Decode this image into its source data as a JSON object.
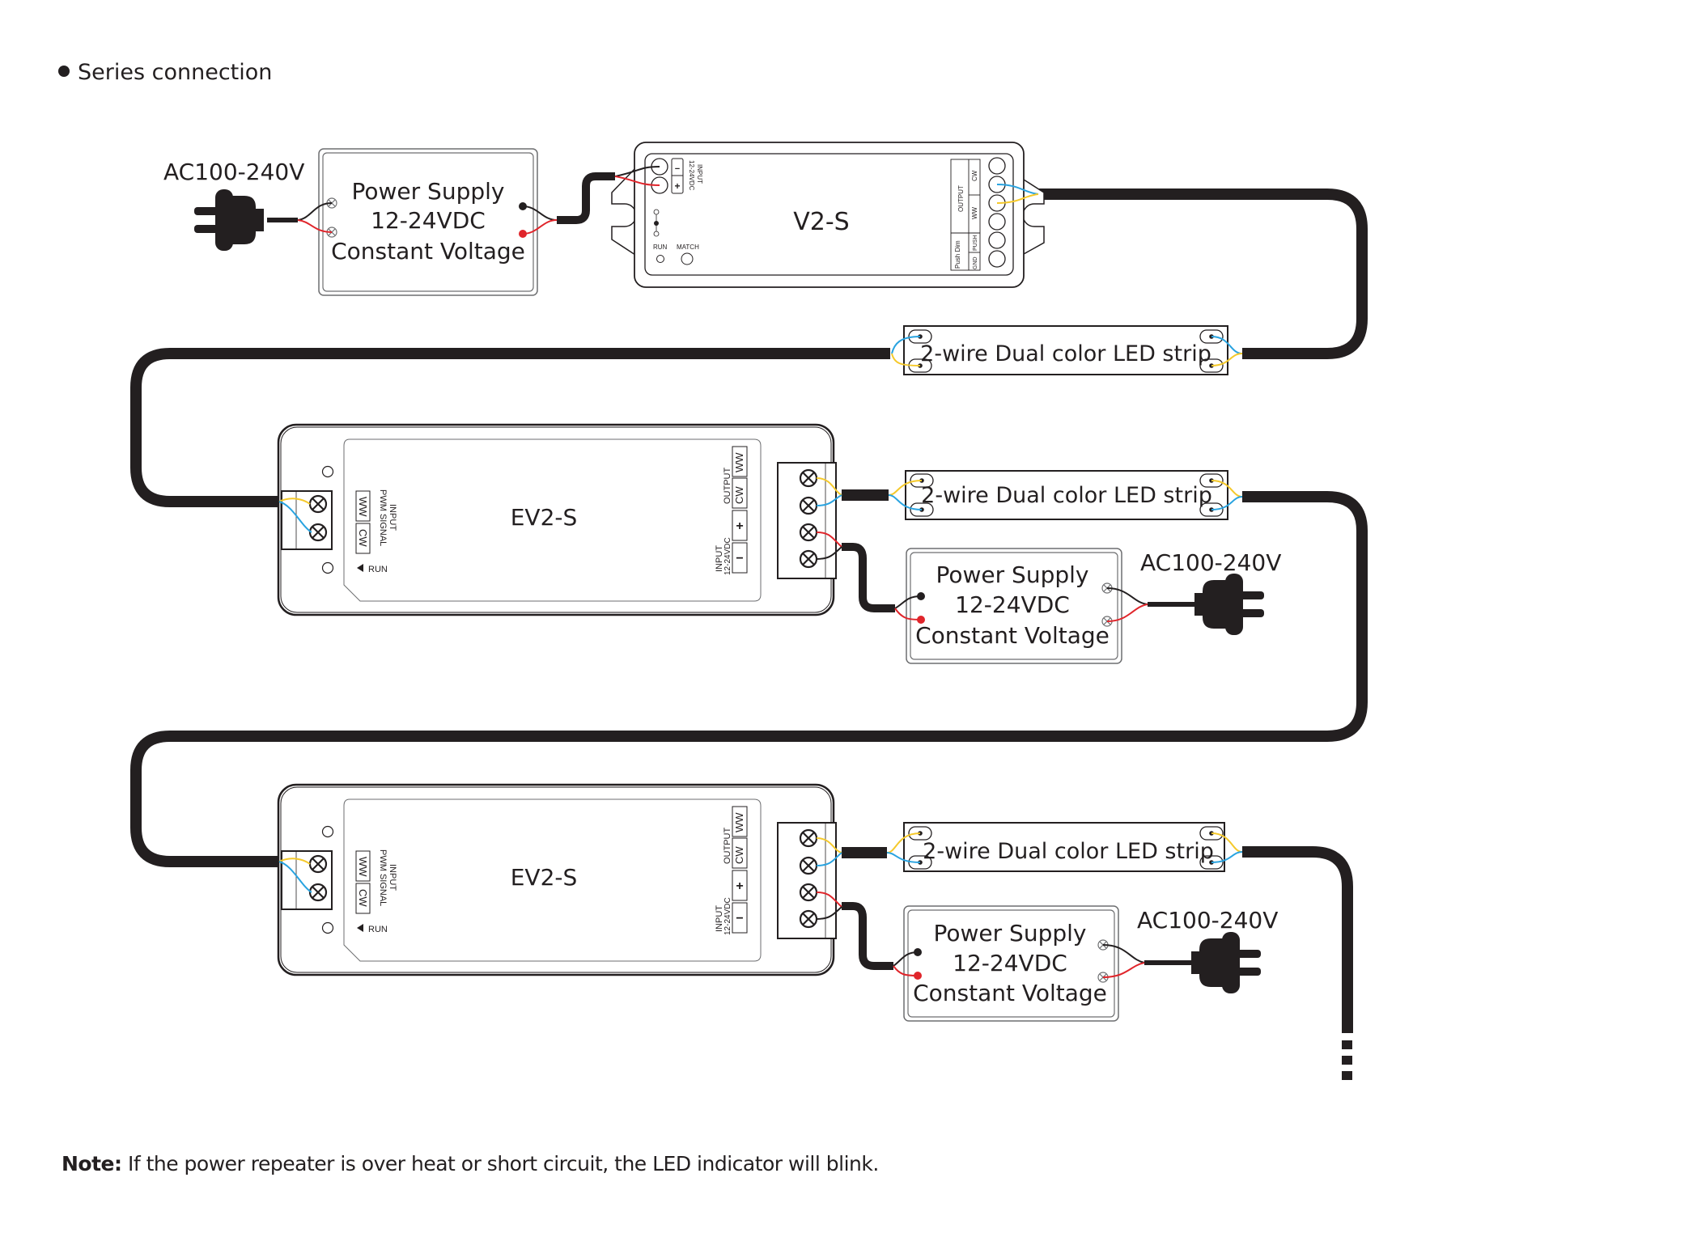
{
  "heading": {
    "bullet": "●",
    "label": "Series connection"
  },
  "note": {
    "prefix": "Note:",
    "text": " If the power repeater is over heat or short circuit, the LED indicator will blink."
  },
  "colors": {
    "cable": "#231f20",
    "wire_black": "#231f20",
    "wire_red": "#e0252b",
    "wire_blue": "#29a3e0",
    "wire_yellow": "#f5c92b",
    "outline": "#231f20",
    "panel_outline": "#6d6e70"
  },
  "ac_source": {
    "label": "AC100-240V",
    "icon": "power-plug-icon"
  },
  "power_supply": {
    "line1": "Power Supply",
    "line2": "12-24VDC",
    "line3": "Constant Voltage"
  },
  "v2s": {
    "model": "V2-S",
    "input_label": "INPUT",
    "input_voltage": "12-24VDC",
    "input_minus": "−",
    "input_plus": "+",
    "run_label": "RUN",
    "match_label": "MATCH",
    "output_label": "OUTPUT",
    "cw_label": "CW",
    "ww_label": "WW",
    "push_dim_label": "Push Dim",
    "push_label": "PUSH",
    "gnd_label": "GND"
  },
  "ev2s": {
    "model": "EV2-S",
    "input_signal_label": "INPUT",
    "pwm_label": "PWM SIGNAL",
    "ww_label": "WW",
    "cw_label": "CW",
    "run_label": "RUN",
    "output_label": "OUTPUT",
    "input_label": "INPUT",
    "input_voltage": "12-24VDC",
    "plus": "+",
    "minus": "−"
  },
  "led_strip": {
    "label": "2-wire Dual color LED strip"
  },
  "units": [
    {
      "id": "ev2s-1"
    },
    {
      "id": "ev2s-2"
    }
  ]
}
